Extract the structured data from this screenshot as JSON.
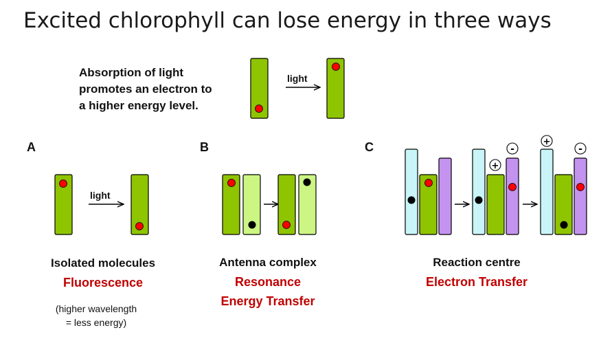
{
  "title": "Excited chlorophyll can lose energy in three ways",
  "absorption": {
    "lines": [
      "Absorption of light",
      "promotes an electron to",
      "a higher energy level."
    ],
    "arrow_label": "light"
  },
  "panels": {
    "a": {
      "letter": "A",
      "arrow_label": "light",
      "caption": "Isolated molecules",
      "process": [
        "Fluorescence"
      ],
      "note": [
        "(higher wavelength",
        "= less energy)"
      ]
    },
    "b": {
      "letter": "B",
      "caption": "Antenna complex",
      "process": [
        "Resonance",
        "Energy Transfer"
      ]
    },
    "c": {
      "letter": "C",
      "caption": "Reaction centre",
      "process": [
        "Electron Transfer"
      ],
      "plus": "+",
      "minus": "-"
    }
  },
  "colors": {
    "chlorophyll_green": "#8fc400",
    "antenna_light_green": "#ccf584",
    "acceptor_cyan": "#c9f4f8",
    "acceptor_purple": "#c493ef",
    "electron_excited_red": "#ff0000",
    "electron_ground_black": "#000000",
    "process_red": "#c00000"
  }
}
